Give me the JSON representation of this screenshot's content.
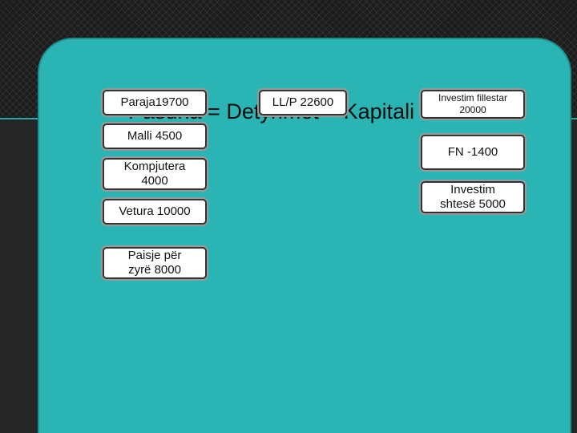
{
  "equation": "Pasuria = Detyrimet + Kapitali",
  "assets": [
    {
      "label": "Paraja19700"
    },
    {
      "label": "Malli 4500"
    },
    {
      "label": "Kompjutera 4000"
    },
    {
      "label": "Vetura 10000"
    },
    {
      "label": "Paisje për zyrë 8000"
    }
  ],
  "liabilities": [
    {
      "label": "LL/P 22600"
    }
  ],
  "capital": [
    {
      "label": "Investim fillestar 20000"
    },
    {
      "label": "FN -1400"
    },
    {
      "label": "Investim shtesë 5000"
    }
  ],
  "colors": {
    "panel": "#2ab5b4",
    "background": "#262626"
  }
}
